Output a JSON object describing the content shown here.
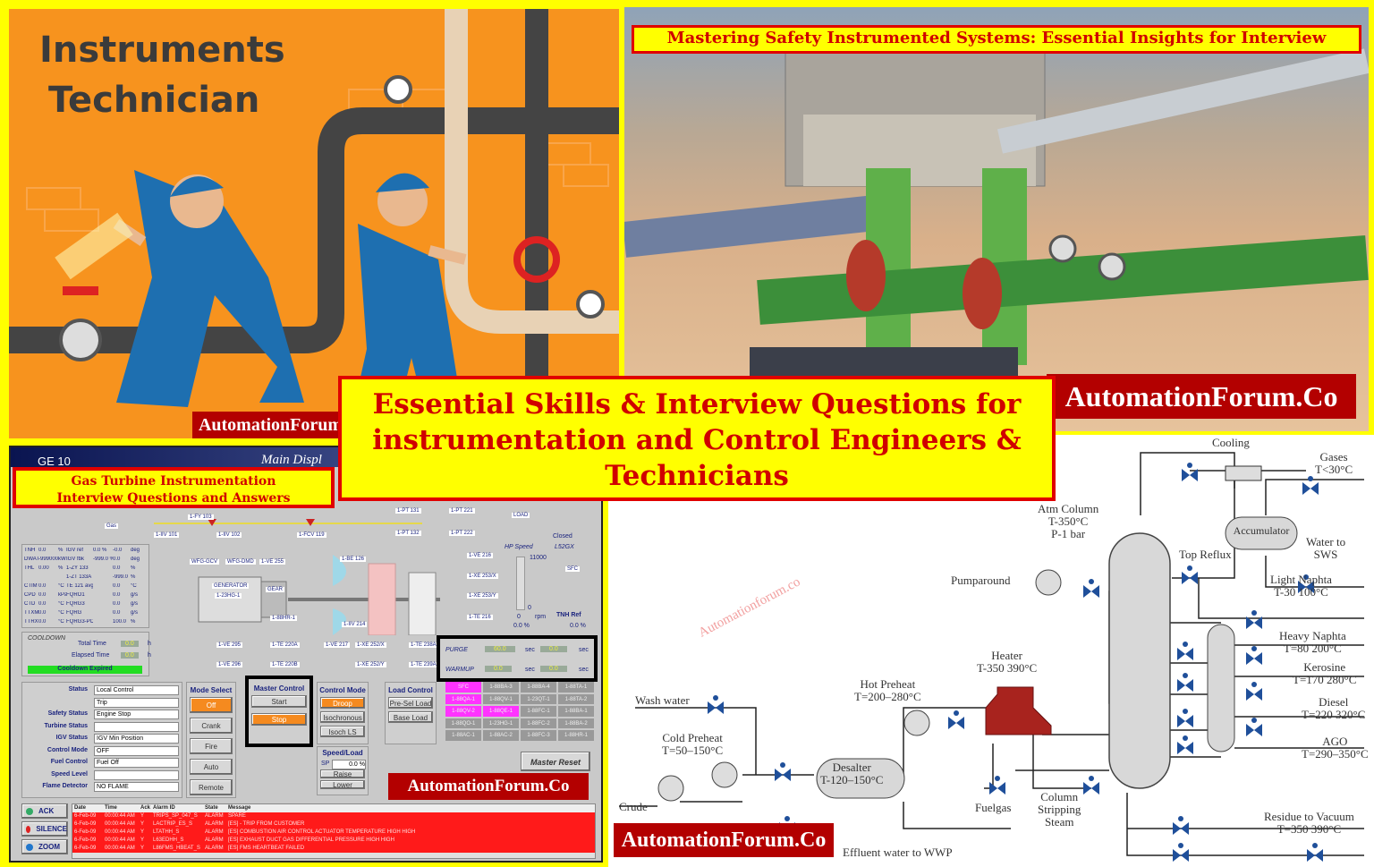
{
  "top_left": {
    "title_line1": "Instruments",
    "title_line2": "Technician",
    "watermark": "AutomationForum",
    "bg_color": "#f7931e"
  },
  "top_right": {
    "banner": "Mastering Safety Instrumented Systems: Essential Insights for Interview",
    "watermark": "AutomationForum.Co"
  },
  "center_banner": {
    "line1": "Essential Skills & Interview Questions for",
    "line2": "instrumentation and Control Engineers &",
    "line3": "Technicians"
  },
  "bottom_left": {
    "label_line1": "Gas Turbine Instrumentation",
    "label_line2": "Interview Questions and Answers",
    "header_left": "GE 10",
    "header_right": "Main Displ",
    "watermark": "AutomationForum.Co",
    "status_panel": [
      {
        "label": "Status",
        "value": "Local Control"
      },
      {
        "label": "",
        "value": "Trip"
      },
      {
        "label": "Safety Status",
        "value": "Engine Stop"
      },
      {
        "label": "Turbine Status",
        "value": ""
      },
      {
        "label": "IGV Status",
        "value": "IGV Min Position"
      },
      {
        "label": "Control Mode",
        "value": "OFF"
      },
      {
        "label": "Fuel Control",
        "value": "Fuel Off"
      },
      {
        "label": "Speed Level",
        "value": ""
      },
      {
        "label": "Flame Detector",
        "value": "NO FLAME"
      }
    ],
    "cooldown": {
      "title": "COOLDOWN",
      "total_time_label": "Total Time",
      "total_time": "0.0",
      "elapsed_time_label": "Elapsed Time",
      "elapsed_time": "0.0",
      "unit": "h",
      "status": "Cooldown Expired"
    },
    "mode_select": {
      "title": "Mode Select",
      "buttons": [
        "Off",
        "Crank",
        "Fire",
        "Auto",
        "Remote"
      ]
    },
    "master_control": {
      "title": "Master Control",
      "buttons": [
        "Start",
        "Stop"
      ]
    },
    "control_mode": {
      "title": "Control Mode",
      "buttons": [
        "Droop",
        "Isochronous",
        "Isoch LS"
      ]
    },
    "load_control": {
      "title": "Load Control",
      "buttons": [
        "Pre-Sel Load",
        "Base Load"
      ]
    },
    "speed_load": {
      "title": "Speed/Load",
      "sp_label": "SP",
      "sp_value": "0.0 %",
      "buttons": [
        "Raise",
        "Lower"
      ]
    },
    "master_reset": "Master Reset",
    "purge": {
      "label": "PURGE",
      "value1": "60.0",
      "value2": "0.0",
      "unit": "sec"
    },
    "warmup": {
      "label": "WARMUP",
      "value1": "0.0",
      "value2": "0.0",
      "unit": "sec"
    },
    "hp_speed": {
      "label": "HP Speed",
      "max": "11000",
      "min": "0",
      "value": "0",
      "unit": "rpm",
      "pct": "0.0 %"
    },
    "l52gx": {
      "label": "L52GX",
      "state": "Closed"
    },
    "tnh_ref": {
      "label": "TNH Ref",
      "value": "0.0 %"
    },
    "process_values": [
      [
        "TNH",
        "0.0",
        "%",
        "IGV ref",
        "0.0 %",
        "-0.0",
        "deg"
      ],
      [
        "DWATT",
        "-999000",
        "kW",
        "IGV fbk",
        "-999.0 %",
        "0.0",
        "deg"
      ],
      [
        "THL",
        "0.00",
        "%",
        "1-ZY 133",
        "",
        "0.0",
        "%"
      ],
      [
        "",
        "",
        "",
        "1-ZT 133A",
        "",
        "-999.0",
        "%"
      ],
      [
        "CTIM",
        "0.0",
        "°C",
        "TE 121 avg",
        "",
        "0.0",
        "°C"
      ],
      [
        "CPD",
        "0.0",
        "kPa",
        "FQRO1",
        "",
        "0.0",
        "g/s"
      ],
      [
        "CTD",
        "0.0",
        "°C",
        "FQRG3",
        "",
        "0.0",
        "g/s"
      ],
      [
        "TTXM",
        "0.0",
        "°C",
        "FQRG",
        "",
        "0.0",
        "g/s"
      ],
      [
        "TTRX",
        "0.0",
        "°C",
        "FQRG3-PCT",
        "",
        "100.0",
        "%"
      ]
    ],
    "tags": [
      "1-IIV 101",
      "1-IIV 102",
      "1-FCV 119",
      "1-FY 103",
      "1-IIV 214",
      "1-88HR-1",
      "GENERATOR",
      "1-23HG-1",
      "GEAR",
      "Gas",
      "1-PT 131",
      "1-PT 132",
      "1-PT 221",
      "1-PT 222",
      "1-VE 216",
      "1-XE 253/X",
      "1-XE 253/Y",
      "1-TE 216",
      "1-BE 126",
      "1-VE 295",
      "1-VE 296",
      "1-TE 220A",
      "1-TE 220B",
      "1-VE 217",
      "1-XE 252/X",
      "1-XE 252/Y",
      "1-TE 238A",
      "1-TE 239A",
      "WFG-GCV",
      "WFG-DMD",
      "1-VE 255",
      "LOAD",
      "SFC"
    ],
    "motor_grid": [
      "SFC",
      "1-88BA-3",
      "1-88BA-4",
      "1-88TA-1",
      "1-88QA-1",
      "1-88QV-1",
      "1-23QT-1",
      "1-88TA-2",
      "1-88QV-2",
      "1-88QE-1",
      "1-88FC-1",
      "1-88BA-1",
      "1-88QO-1",
      "1-23HG-1",
      "1-88FC-2",
      "1-88BA-2",
      "1-88AC-1",
      "1-88AC-2",
      "1-88FC-3",
      "1-88HR-1"
    ],
    "side_buttons": [
      "ACK",
      "SILENCE",
      "ZOOM"
    ],
    "alarm_headers": [
      "Date",
      "Time",
      "Ack",
      "Alarm ID",
      "State",
      "Message"
    ],
    "alarms": [
      [
        "6-Feb-09",
        "00:00:44 AM",
        "Y",
        "TRIPS_SP_047_S",
        "ALARM",
        "SPARE"
      ],
      [
        "6-Feb-09",
        "00:00:44 AM",
        "Y",
        "LACTRIP_ES_S",
        "ALARM",
        "[ES] - TRIP FROM CUSTOMER"
      ],
      [
        "6-Feb-09",
        "00:00:44 AM",
        "Y",
        "LTATHH_S",
        "ALARM",
        "[ES] COMBUSTION AIR CONTROL ACTUATOR TEMPERATURE HIGH HIGH"
      ],
      [
        "6-Feb-09",
        "00:00:44 AM",
        "Y",
        "L63EDHH_S",
        "ALARM",
        "[ES] EXHAUST DUCT GAS DIFFERENTIAL PRESSURE HIGH HIGH"
      ],
      [
        "6-Feb-09",
        "00:00:44 AM",
        "Y",
        "L86FMS_HBEAT_S",
        "ALARM",
        "[ES] FMS HEARTBEAT FAILED"
      ]
    ]
  },
  "bottom_right": {
    "watermark": "AutomationForum.Co",
    "faint_watermark": "Automationforum.co",
    "labels": {
      "cooling": "Cooling",
      "gases": "Gases\nT<30°C",
      "atm_column": "Atm Column\nT-350°C\nP-1 bar",
      "accumulator": "Accumulator",
      "water_sws": "Water to\nSWS",
      "top_reflux": "Top Reflux",
      "pumparound": "Pumparound",
      "light_naphta": "Light Naphta\nT-30  100°C",
      "heavy_naphta": "Heavy Naphta\nT=80  200°C",
      "heater": "Heater\nT-350  390°C",
      "kerosine": "Kerosine\nT=170  280°C",
      "hot_preheat": "Hot Preheat\nT=200–280°C",
      "wash_water": "Wash water",
      "diesel": "Diesel\nT=220  320°C",
      "cold_preheat": "Cold Preheat\nT=50–150°C",
      "ago": "AGO\nT=290–350°C",
      "desalter": "Desalter\nT-120–150°C",
      "crude": "Crude",
      "fuelgas": "Fuelgas",
      "stripping_steam": "Column\nStripping\nSteam",
      "residue": "Residue to Vacuum\nT=350  390°C",
      "effluent": "Effluent water to WWP"
    }
  }
}
